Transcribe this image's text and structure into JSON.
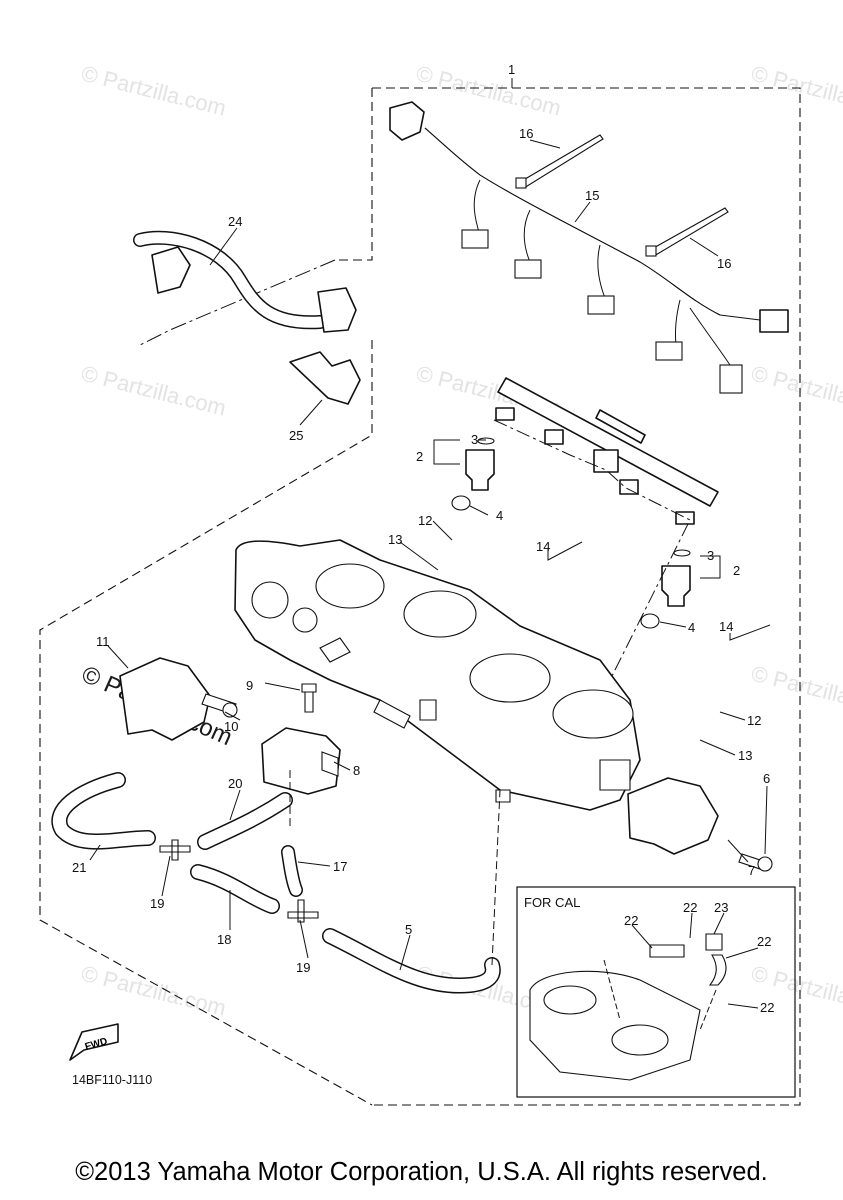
{
  "diagram": {
    "watermark": "© Partzilla.com",
    "figure_code": "14BF110-J110",
    "copyright": "©2013 Yamaha Motor Corporation, U.S.A. All rights reserved.",
    "inset_title": "FOR CAL",
    "fwd_label": "FWD",
    "callouts": {
      "c1": "1",
      "c2a": "2",
      "c2b": "2",
      "c3a": "3",
      "c3b": "3",
      "c4a": "4",
      "c4b": "4",
      "c5": "5",
      "c6": "6",
      "c7": "7",
      "c8": "8",
      "c9": "9",
      "c10": "10",
      "c11": "11",
      "c12a": "12",
      "c12b": "12",
      "c13a": "13",
      "c13b": "13",
      "c14a": "14",
      "c14b": "14",
      "c15": "15",
      "c16a": "16",
      "c16b": "16",
      "c17": "17",
      "c18": "18",
      "c19a": "19",
      "c19b": "19",
      "c20": "20",
      "c21": "21",
      "c22a": "22",
      "c22b": "22",
      "c22c": "22",
      "c22d": "22",
      "c23": "23",
      "c24": "24",
      "c25": "25"
    }
  }
}
